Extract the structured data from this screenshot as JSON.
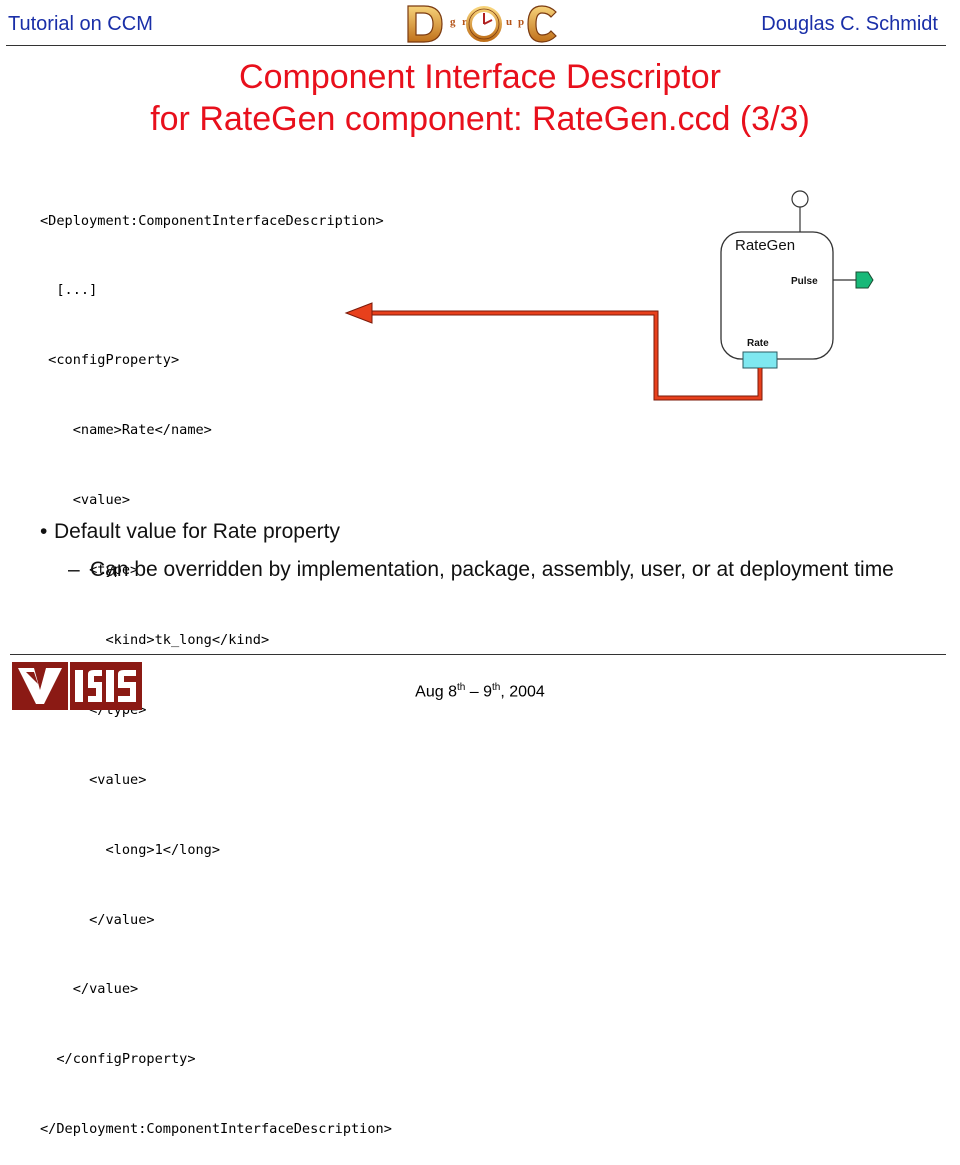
{
  "header": {
    "left": "Tutorial on CCM",
    "right": "Douglas C. Schmidt",
    "logo_letters": [
      "D",
      "g",
      "r",
      "O",
      "u",
      "p",
      "C"
    ]
  },
  "title": {
    "line1": "Component Interface Descriptor",
    "line2": "for RateGen component: RateGen.ccd (3/3)"
  },
  "code_lines": [
    "<Deployment:ComponentInterfaceDescription>",
    "  [...]",
    " <configProperty>",
    "    <name>Rate</name>",
    "    <value>",
    "      <type>",
    "        <kind>tk_long</kind>",
    "      </type>",
    "      <value>",
    "        <long>1</long>",
    "      </value>",
    "    </value>",
    "  </configProperty>",
    "</Deployment:ComponentInterfaceDescription>"
  ],
  "diagram": {
    "component_name": "RateGen",
    "port_pulse": "Pulse",
    "port_rate": "Rate"
  },
  "bullets": {
    "main": "Default value for Rate property",
    "sub": "Can be overridden by implementation, package, assembly, user, or at deployment time"
  },
  "footer": {
    "date_start": "Aug 8",
    "date_sup1": "th",
    "date_mid": " – 9",
    "date_sup2": "th",
    "date_end": ", 2004"
  },
  "colors": {
    "title": "#e8101c",
    "header_text": "#1a2fa8",
    "arrow": "#e8401c",
    "pulse_port": "#18b878",
    "rate_port": "#7fe8f0"
  }
}
